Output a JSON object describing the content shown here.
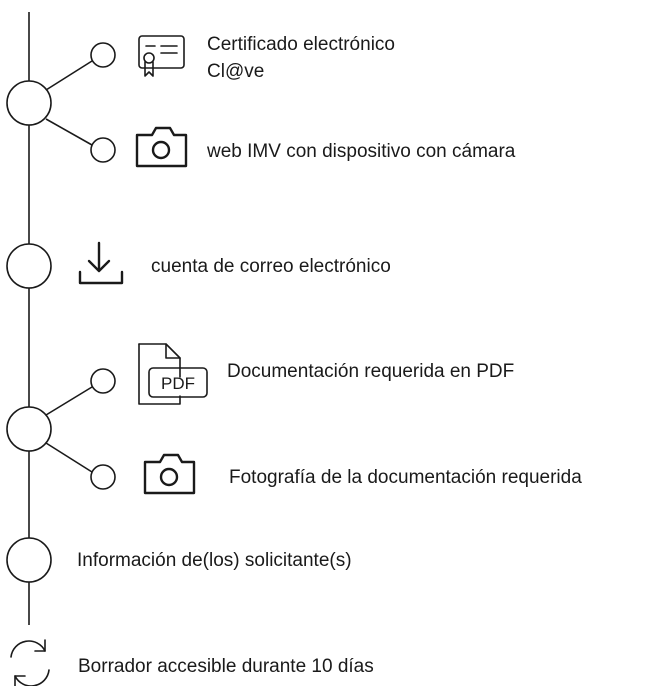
{
  "steps": [
    {
      "options": [
        {
          "icon": "certificate-icon",
          "line1": "Certificado electrónico",
          "line2": "Cl@ve"
        },
        {
          "icon": "camera-icon",
          "line1": "web IMV con dispositivo con cámara"
        }
      ]
    },
    {
      "icon": "download-icon",
      "label": "cuenta de correo electrónico"
    },
    {
      "options": [
        {
          "icon": "pdf-document-icon",
          "icon_text": "PDF",
          "line1": "Documentación requerida en PDF"
        },
        {
          "icon": "camera-icon",
          "line1": "Fotografía de la documentación requerida"
        }
      ]
    },
    {
      "label": "Información de(los) solicitante(s)"
    }
  ],
  "footer": {
    "icon": "refresh-sync-icon",
    "label": "Borrador accesible durante 10 días"
  },
  "colors": {
    "stroke": "#1a1a1a",
    "background": "#ffffff"
  }
}
